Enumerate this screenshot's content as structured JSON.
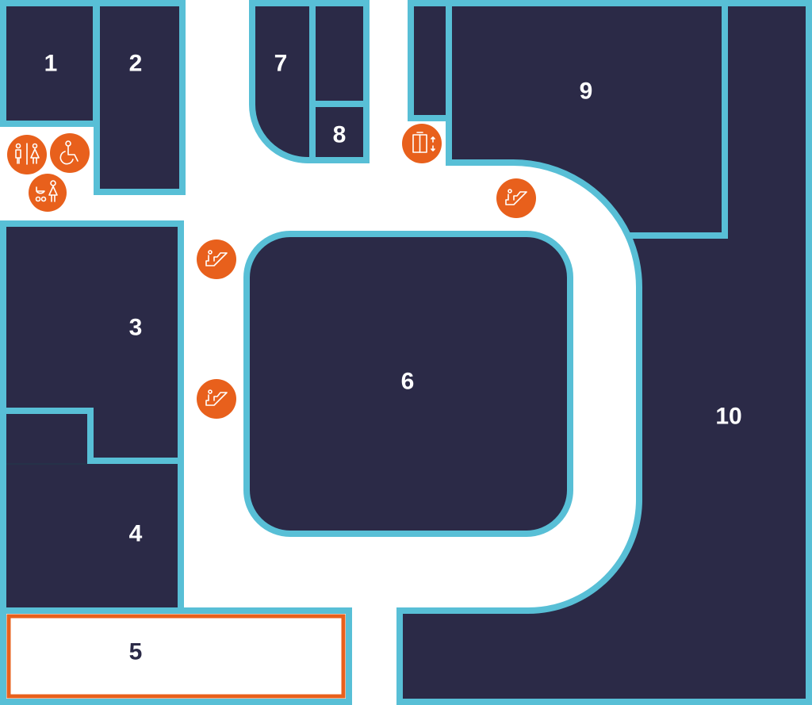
{
  "map": {
    "stores": [
      {
        "id": "1",
        "label": "1"
      },
      {
        "id": "2",
        "label": "2"
      },
      {
        "id": "3",
        "label": "3"
      },
      {
        "id": "4",
        "label": "4"
      },
      {
        "id": "5",
        "label": "5",
        "highlighted": true
      },
      {
        "id": "6",
        "label": "6"
      },
      {
        "id": "7",
        "label": "7"
      },
      {
        "id": "8",
        "label": "8"
      },
      {
        "id": "9",
        "label": "9"
      },
      {
        "id": "10",
        "label": "10"
      }
    ],
    "amenities": [
      "restroom-icon",
      "wheelchair-accessible-icon",
      "baby-changing-icon",
      "elevator-icon",
      "escalator-icon",
      "escalator-icon",
      "escalator-icon"
    ],
    "colors": {
      "store": "#2b2a47",
      "wall": "#58bfd6",
      "highlight": "#e8601c",
      "amenity": "#e8601c",
      "corridor": "#ffffff"
    }
  }
}
